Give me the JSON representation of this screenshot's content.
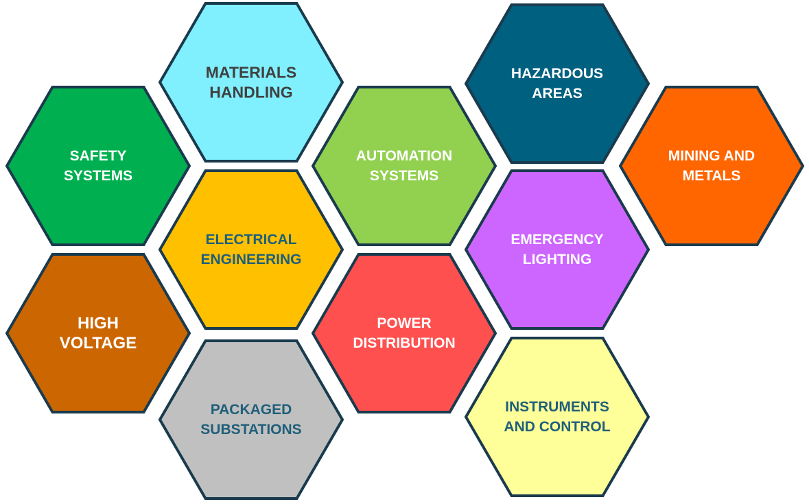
{
  "hexagons": [
    {
      "id": "safety-systems",
      "lines": [
        "SAFETY",
        "SYSTEMS"
      ],
      "fill": "#00b050",
      "text_color": "#ffffff"
    },
    {
      "id": "high-voltage",
      "lines": [
        "HIGH",
        "VOLTAGE"
      ],
      "fill": "#cc6600",
      "text_color": "#ffffff"
    },
    {
      "id": "materials-handling",
      "lines": [
        "MATERIALS",
        "HANDLING"
      ],
      "fill": "#80f0ff",
      "text_color": "#404040"
    },
    {
      "id": "electrical-engineering",
      "lines": [
        "ELECTRICAL",
        "ENGINEERING"
      ],
      "fill": "#ffc000",
      "text_color": "#1f5f7a"
    },
    {
      "id": "packaged-substations",
      "lines": [
        "PACKAGED",
        "SUBSTATIONS"
      ],
      "fill": "#c0c0c0",
      "text_color": "#1f5f7a"
    },
    {
      "id": "automation-systems",
      "lines": [
        "AUTOMATION",
        "SYSTEMS"
      ],
      "fill": "#92d050",
      "text_color": "#ffffff"
    },
    {
      "id": "power-distribution",
      "lines": [
        "POWER",
        "DISTRIBUTION"
      ],
      "fill": "#ff5050",
      "text_color": "#ffffff"
    },
    {
      "id": "hazardous-areas",
      "lines": [
        "HAZARDOUS",
        "AREAS"
      ],
      "fill": "#006080",
      "text_color": "#ffffff"
    },
    {
      "id": "emergency-lighting",
      "lines": [
        "EMERGENCY",
        "LIGHTING"
      ],
      "fill": "#cc66ff",
      "text_color": "#ffffff"
    },
    {
      "id": "instruments-and-control",
      "lines": [
        "INSTRUMENTS",
        "AND CONTROL"
      ],
      "fill": "#ffff99",
      "text_color": "#1f5f7a"
    },
    {
      "id": "mining-and-metals",
      "lines": [
        "MINING AND",
        "METALS"
      ],
      "fill": "#ff6600",
      "text_color": "#ffffff"
    }
  ]
}
